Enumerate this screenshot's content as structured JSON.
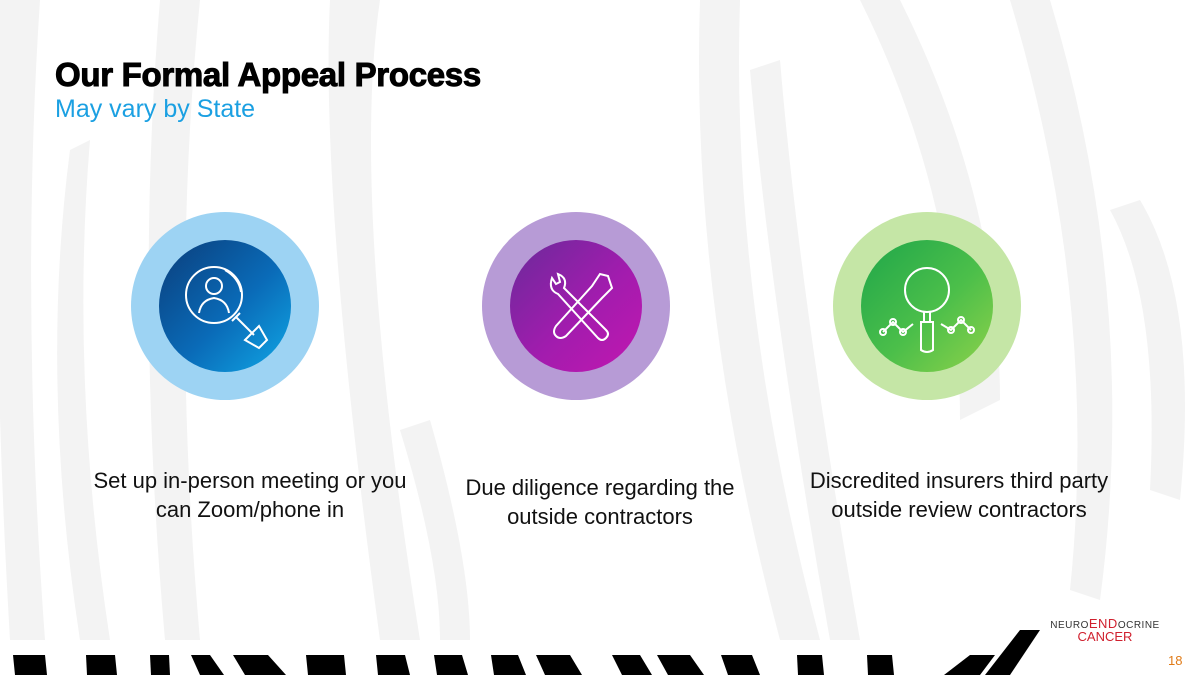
{
  "slide": {
    "title": "Our Formal Appeal Process",
    "subtitle": "May vary by State",
    "page_number": "18"
  },
  "steps": [
    {
      "icon": "magnifier-person-icon",
      "caption": "Set up in-person meeting or you can Zoom/phone in",
      "outer_color": "#9dd3f3",
      "inner_color": "#0a5da8"
    },
    {
      "icon": "wrench-screwdriver-icon",
      "caption": "Due diligence regarding the outside contractors",
      "outer_color": "#b79bd6",
      "inner_color": "#a21cae"
    },
    {
      "icon": "magnifier-chart-icon",
      "caption": "Discredited insurers third party outside review contractors",
      "outer_color": "#c5e6a6",
      "inner_color": "#3cb44b"
    }
  ],
  "logo": {
    "prefix": "NEURO",
    "highlight": "END",
    "suffix": "OCRINE",
    "line2": "CANCER"
  }
}
